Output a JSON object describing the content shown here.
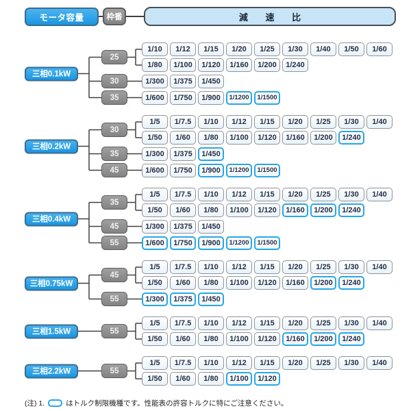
{
  "header": {
    "motor_label": "モータ容量",
    "frame_label": "枠番",
    "ratio_label": "減 速 比"
  },
  "note": {
    "prefix": "(注) 1.",
    "icon": "torque-limited-box",
    "text": "はトルク制限機種です。性能表の許容トルクに特にご注意ください。"
  },
  "colors": {
    "motor_fill": "#1b96e0",
    "motor_border": "#3a6b91",
    "frame_fill": "#8f8f8f",
    "ratio_header_fill": "#c7e5f7",
    "limited_border": "#29a7e4",
    "normal_border": "#8e939a",
    "line": "#404040",
    "text_dark": "#1f2b44"
  },
  "groups": [
    {
      "motor": "三相0.1kW",
      "branches": [
        {
          "frame": "25",
          "rows": [
            [
              "1/10",
              "1/12",
              "1/15",
              "1/20",
              "1/25",
              "1/30",
              "1/40",
              "1/50",
              "1/60"
            ],
            [
              "1/80",
              "1/100",
              "1/120",
              "1/160",
              "1/200",
              "1/240"
            ]
          ]
        },
        {
          "frame": "30",
          "rows": [
            [
              "1/300",
              "1/375",
              "1/450"
            ]
          ]
        },
        {
          "frame": "35",
          "rows": [
            [
              "1/600",
              "1/750",
              "1/900",
              {
                "v": "1/1200",
                "limited": true
              },
              {
                "v": "1/1500",
                "limited": true
              }
            ]
          ]
        }
      ]
    },
    {
      "motor": "三相0.2kW",
      "branches": [
        {
          "frame": "30",
          "rows": [
            [
              "1/5",
              "1/7.5",
              "1/10",
              "1/12",
              "1/15",
              "1/20",
              "1/25",
              "1/30",
              "1/40"
            ],
            [
              "1/50",
              "1/60",
              "1/80",
              "1/100",
              "1/120",
              "1/160",
              "1/200",
              {
                "v": "1/240",
                "limited": true
              }
            ]
          ]
        },
        {
          "frame": "35",
          "rows": [
            [
              "1/300",
              "1/375",
              {
                "v": "1/450",
                "limited": true
              }
            ]
          ]
        },
        {
          "frame": "45",
          "rows": [
            [
              "1/600",
              "1/750",
              {
                "v": "1/900",
                "limited": true
              },
              {
                "v": "1/1200",
                "limited": true
              },
              {
                "v": "1/1500",
                "limited": true
              }
            ]
          ]
        }
      ]
    },
    {
      "motor": "三相0.4kW",
      "branches": [
        {
          "frame": "35",
          "rows": [
            [
              "1/5",
              "1/7.5",
              "1/10",
              "1/12",
              "1/15",
              "1/20",
              "1/25",
              "1/30",
              "1/40"
            ],
            [
              "1/50",
              "1/60",
              "1/80",
              "1/100",
              "1/120",
              {
                "v": "1/160",
                "limited": true
              },
              {
                "v": "1/200",
                "limited": true
              },
              {
                "v": "1/240",
                "limited": true
              }
            ]
          ]
        },
        {
          "frame": "45",
          "rows": [
            [
              "1/300",
              "1/375",
              "1/450"
            ]
          ]
        },
        {
          "frame": "55",
          "rows": [
            [
              {
                "v": "1/600",
                "limited": true
              },
              {
                "v": "1/750",
                "limited": true
              },
              {
                "v": "1/900",
                "limited": true
              },
              {
                "v": "1/1200",
                "limited": true
              },
              {
                "v": "1/1500",
                "limited": true
              }
            ]
          ]
        }
      ]
    },
    {
      "motor": "三相0.75kW",
      "branches": [
        {
          "frame": "45",
          "rows": [
            [
              "1/5",
              "1/7.5",
              "1/10",
              "1/12",
              "1/15",
              "1/20",
              "1/25",
              "1/30",
              "1/40"
            ],
            [
              "1/50",
              "1/60",
              "1/80",
              "1/100",
              "1/120",
              "1/160",
              {
                "v": "1/200",
                "limited": true
              },
              {
                "v": "1/240",
                "limited": true
              }
            ]
          ]
        },
        {
          "frame": "55",
          "rows": [
            [
              {
                "v": "1/300",
                "limited": true
              },
              {
                "v": "1/375",
                "limited": true
              },
              {
                "v": "1/450",
                "limited": true
              }
            ]
          ]
        }
      ]
    },
    {
      "motor": "三相1.5kW",
      "branches": [
        {
          "frame": "55",
          "rows": [
            [
              "1/5",
              "1/7.5",
              "1/10",
              "1/12",
              "1/15",
              "1/20",
              "1/25",
              "1/30",
              "1/40"
            ],
            [
              "1/50",
              "1/60",
              "1/80",
              "1/100",
              "1/120",
              {
                "v": "1/160",
                "limited": true
              },
              {
                "v": "1/200",
                "limited": true
              },
              {
                "v": "1/240",
                "limited": true
              }
            ]
          ]
        }
      ]
    },
    {
      "motor": "三相2.2kW",
      "branches": [
        {
          "frame": "55",
          "rows": [
            [
              "1/5",
              "1/7.5",
              "1/10",
              "1/12",
              "1/15",
              "1/20",
              "1/25",
              "1/30",
              "1/40"
            ],
            [
              "1/50",
              "1/60",
              "1/80",
              {
                "v": "1/100",
                "limited": true
              },
              {
                "v": "1/120",
                "limited": true
              }
            ]
          ]
        }
      ]
    }
  ]
}
